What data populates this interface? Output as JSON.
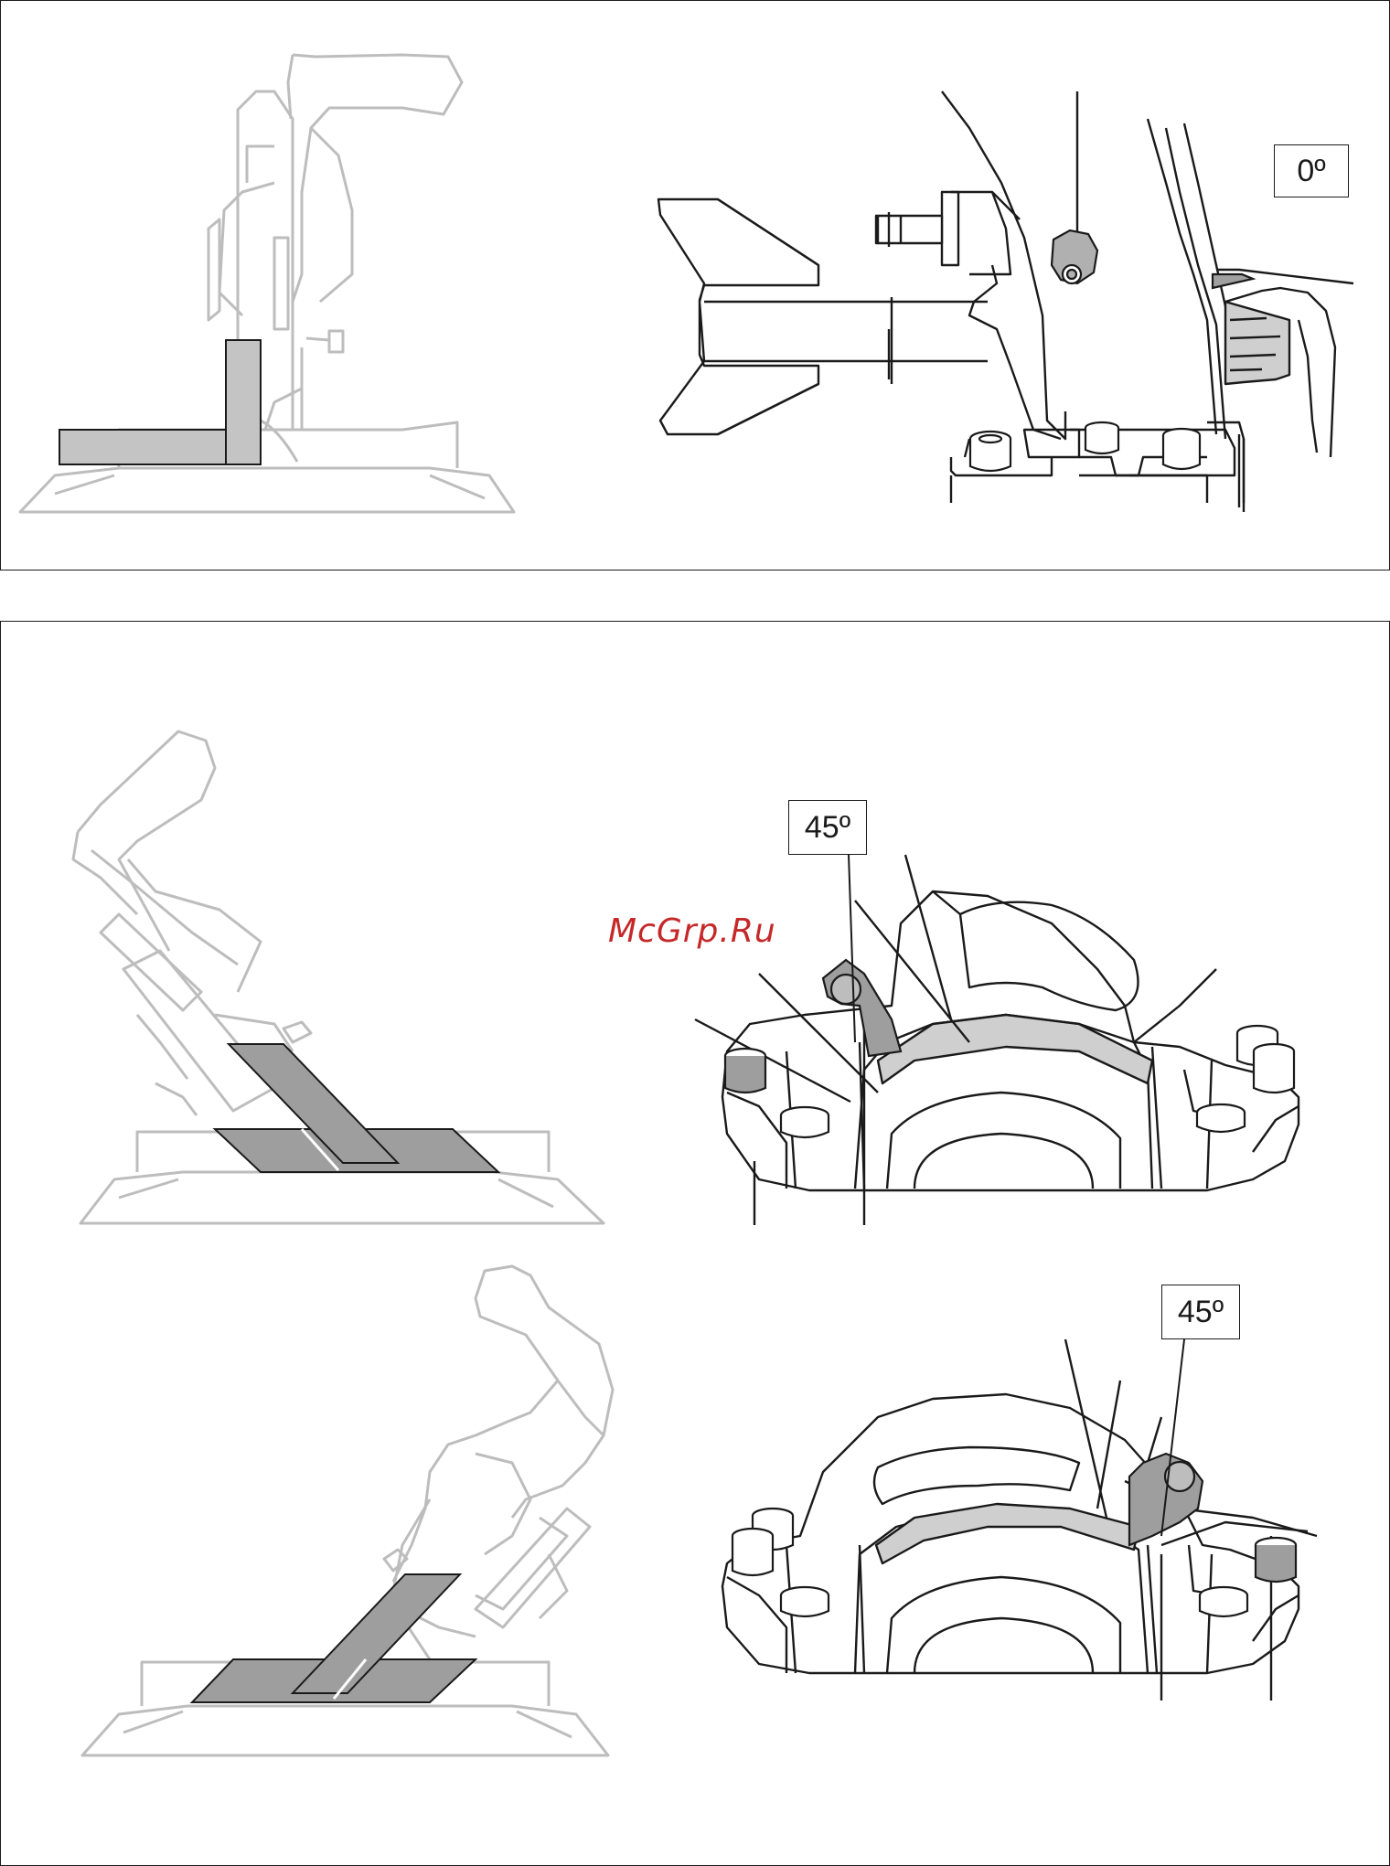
{
  "labels": {
    "angle_top": "0º",
    "angle_middle": "45º",
    "angle_bottom": "45º"
  },
  "watermark": "McGrp.Ru",
  "colors": {
    "outline_light": "#bdbdbd",
    "outline_dark": "#1a1a1a",
    "fill_grey": "#c4c4c4",
    "fill_mid": "#9e9e9e",
    "watermark": "#c62828"
  }
}
